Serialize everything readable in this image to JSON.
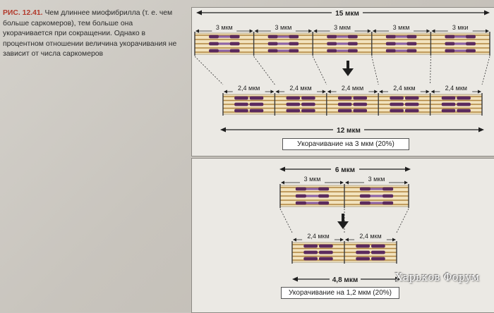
{
  "caption": {
    "label": "РИС. 12.41.",
    "text": "Чем длиннее миофибрилла (т. е. чем больше саркомеров), тем больше она укорачивается при сокращении. Однако в процентном отношении величина укорачивания не зависит от числа саркомеров"
  },
  "top": {
    "total_before": "15 мкм",
    "sarcomere_before": [
      "3 мкм",
      "3 мкм",
      "3 мкм",
      "3 мкм",
      "3 мки"
    ],
    "sarcomere_after": [
      "2,4 мкм",
      "2,4 мкм",
      "2,4 мкм",
      "2,4 мкм",
      "2,4 мкм"
    ],
    "total_after": "12 мкм",
    "note": "Укорачивание на 3 мкм (20%)"
  },
  "bottom": {
    "total_before": "6 мкм",
    "sarcomere_before": [
      "3 мкм",
      "3 мкм"
    ],
    "sarcomere_after": [
      "2,4 мкм",
      "2,4 мкм"
    ],
    "total_after": "4,8 мкм",
    "note": "Укорачивание на 1,2 мкм (20%)"
  },
  "colors": {
    "actin": "#b0843f",
    "myosin": "#5b2a5e",
    "myosin_center": "#8e63a6",
    "z_line": "#3a3a3a",
    "band_bg": "#f2e3be",
    "caption_label": "#b23a2c"
  },
  "watermark": "Харьков Форум"
}
